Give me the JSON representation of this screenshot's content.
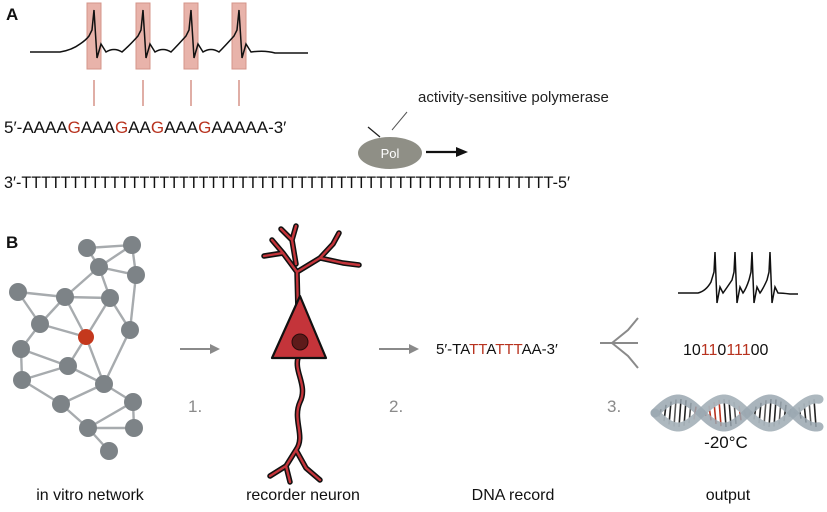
{
  "panel_a": {
    "label": "A",
    "primer": {
      "prefix": "5′-",
      "segments": [
        {
          "text": "AAAA",
          "highlight": false
        },
        {
          "text": "G",
          "highlight": true
        },
        {
          "text": "AAA",
          "highlight": false
        },
        {
          "text": "G",
          "highlight": true
        },
        {
          "text": "AA",
          "highlight": false
        },
        {
          "text": "G",
          "highlight": true
        },
        {
          "text": "AAA",
          "highlight": false
        },
        {
          "text": "G",
          "highlight": true
        },
        {
          "text": "AAAAA",
          "highlight": false
        }
      ],
      "suffix": "-3′"
    },
    "template": {
      "prefix": "3′-",
      "strand": "TTTTTTTTTTTTTTTTTTTTTTTTTTTTTTTTTTTTTTTTTTTTTTTTTTTTTT",
      "suffix": "-5′"
    },
    "polymerase_label": "activity-sensitive polymerase",
    "polymerase_short": "Pol",
    "spike_count": 4
  },
  "panel_b": {
    "label": "B",
    "stages": {
      "network": "in vitro network",
      "neuron": "recorder neuron",
      "record": "DNA record",
      "output": "output"
    },
    "steps": [
      "1.",
      "2.",
      "3."
    ],
    "dna_record": {
      "prefix": "5′-",
      "segments": [
        {
          "text": "TA",
          "highlight": false
        },
        {
          "text": "TT",
          "highlight": true
        },
        {
          "text": "A",
          "highlight": false
        },
        {
          "text": "TTT",
          "highlight": true
        },
        {
          "text": "AA",
          "highlight": false
        }
      ],
      "suffix": "-3′"
    },
    "binary": [
      {
        "text": "10",
        "highlight": false
      },
      {
        "text": "11",
        "highlight": true
      },
      {
        "text": "0",
        "highlight": false
      },
      {
        "text": "111",
        "highlight": true
      },
      {
        "text": "00",
        "highlight": false
      }
    ],
    "storage_temp": "-20°C"
  },
  "colors": {
    "highlight": "#b8331f",
    "spike_box": "#e8b3aa",
    "node": "#7d8387",
    "node_active": "#c4381d",
    "edge": "#a7abae",
    "neuron_fill": "#c4343a",
    "arrow": "#8a8a8a",
    "pol": "#8f8f86",
    "helix": "#a9b4bc"
  }
}
